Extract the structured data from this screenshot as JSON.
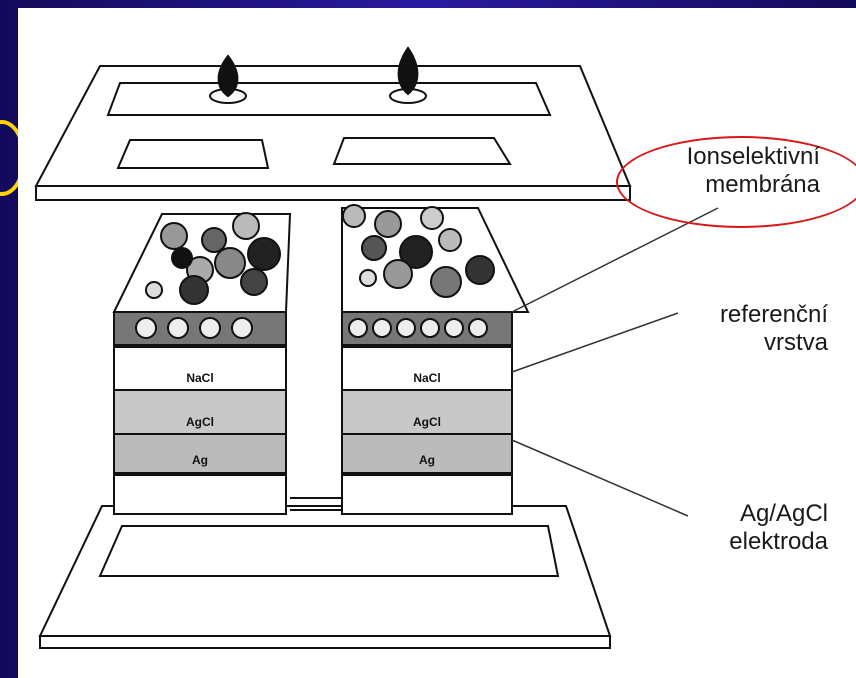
{
  "labels": {
    "membrane": "Ionselektivní\nmembrána",
    "reference": "referenční\nvrstva",
    "electrode": "Ag/AgCl\nelektroda"
  },
  "layers": {
    "nacl": "NaCl",
    "agcl": "AgCl",
    "ag": "Ag"
  },
  "colors": {
    "highlight_ellipse": "#d81818",
    "side_marker": "#ffd400",
    "background": "#1a0f6e"
  }
}
